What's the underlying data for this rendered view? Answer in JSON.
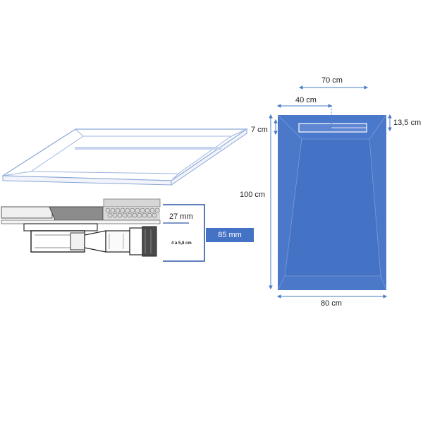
{
  "colors": {
    "tray_blue": "#4472c4",
    "tray_blue_light": "#6a8fd6",
    "dim_line": "#4a7cc4",
    "outline_blue": "#8aa6d6",
    "badge_blue": "#4472c4",
    "pipe_gray": "#4a4a4a"
  },
  "dimensions": {
    "width_top": "70 cm",
    "width_drain_offset": "40 cm",
    "height": "100 cm",
    "top_offset": "7 cm",
    "drain_depth": "13,5 cm",
    "width_bottom": "80 cm"
  },
  "section": {
    "height_label": "27 mm",
    "range_label": "4 à 5,8 cm",
    "total_label": "85 mm"
  },
  "icons": {
    "tray": "shower-tray-perspective",
    "drain": "drain-siphon-section",
    "plan": "shower-tray-plan"
  }
}
